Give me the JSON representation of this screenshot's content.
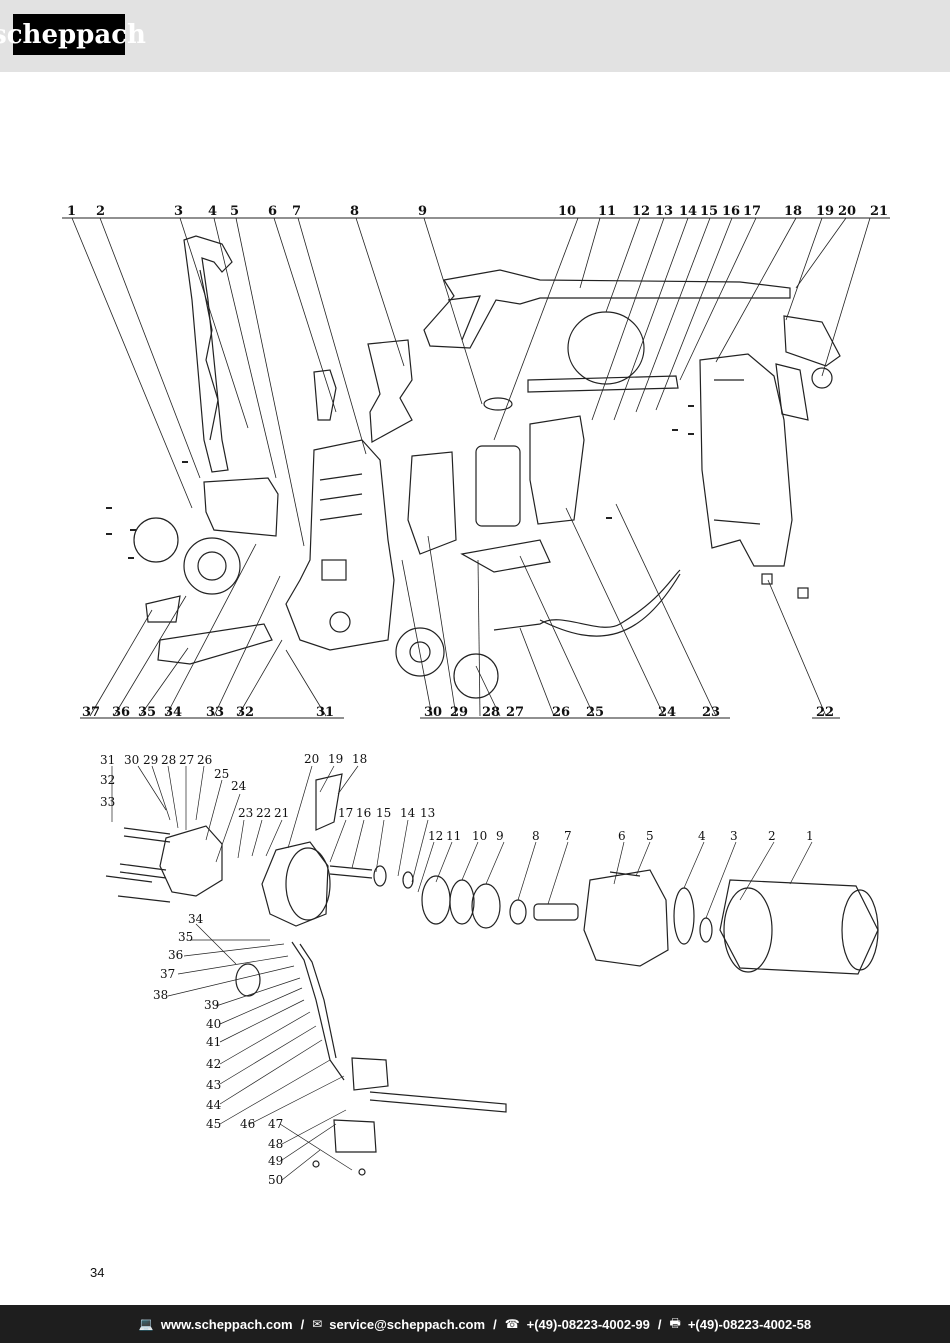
{
  "header": {
    "brand": "scheppach"
  },
  "figure1": {
    "callouts_top": [
      "1",
      "2",
      "3",
      "4",
      "5",
      "6",
      "7",
      "8",
      "9",
      "10",
      "11",
      "12",
      "13",
      "14",
      "15",
      "16",
      "17",
      "18",
      "19",
      "20",
      "21"
    ],
    "callouts_bottom": [
      "37",
      "36",
      "35",
      "34",
      "33",
      "32",
      "31",
      "30",
      "29",
      "28",
      "27",
      "26",
      "25",
      "24",
      "23",
      "22"
    ]
  },
  "figure2": {
    "callouts": [
      "31",
      "30",
      "29",
      "28",
      "27",
      "26",
      "32",
      "33",
      "25",
      "24",
      "23",
      "22",
      "21",
      "20",
      "19",
      "18",
      "17",
      "16",
      "15",
      "14",
      "13",
      "12",
      "11",
      "10",
      "9",
      "8",
      "7",
      "6",
      "5",
      "4",
      "3",
      "2",
      "1",
      "34",
      "35",
      "36",
      "37",
      "38",
      "39",
      "40",
      "41",
      "42",
      "43",
      "44",
      "45",
      "46",
      "47",
      "48",
      "49",
      "50"
    ]
  },
  "page": {
    "number": "34"
  },
  "footer": {
    "website": "www.scheppach.com",
    "email": "service@scheppach.com",
    "phone": "+(49)-08223-4002-99",
    "fax": "+(49)-08223-4002-58",
    "separator": "/"
  }
}
